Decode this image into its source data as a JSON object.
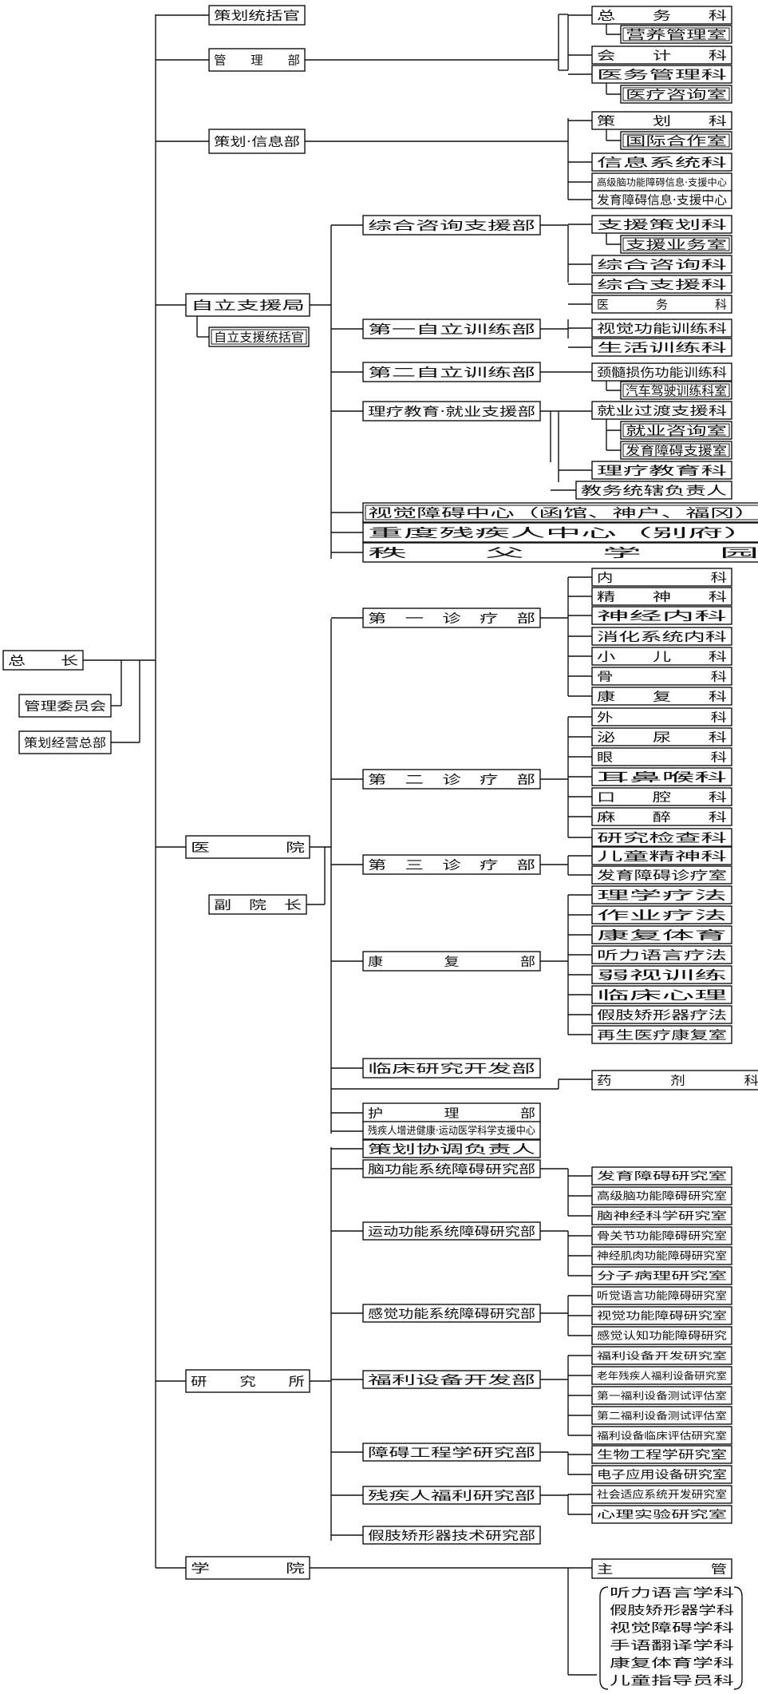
{
  "root": {
    "director": "总　　长",
    "management_committee": "管理委员会",
    "strategy_office": "策划经营总部"
  },
  "divisions": {
    "policy_officer": "策划统括官",
    "management": "管　　理　　部",
    "planning_info": "策划·信息部",
    "independence_bureau": "自立支援局",
    "independence_officer": "自立支援统括官",
    "hospital": "医　　　　院",
    "deputy_director": "副　院　长",
    "research": "研　　究　　所",
    "college": "学　　　　院"
  },
  "management_units": [
    "总　　务　　科",
    "营养管理室",
    "会　　计　　科",
    "医务管理科",
    "医疗咨询室"
  ],
  "planning_units": [
    "策　　划　　科",
    "国际合作室",
    "信息系统科",
    "高级脑功能障碍信息·支援中心",
    "发育障碍信息·支援中心"
  ],
  "bureau_depts": [
    "综合咨询支援部",
    "第一自立训练部",
    "第二自立训练部",
    "理疗教育·就业支援部",
    "视觉障碍中心（函馆、神户、福冈）",
    "重度残疾人中心（别府）",
    "秩　　父　　学　　园"
  ],
  "bureau_units": {
    "consult": [
      "支援策划科",
      "支援业务室",
      "综合咨询科",
      "综合支援科",
      "医　　　　务　　　　科"
    ],
    "training1": [
      "视觉功能训练科",
      "生活训练科"
    ],
    "training2": [
      "颈髓损伤功能训练科",
      "汽车驾驶训练科室"
    ],
    "edu": [
      "就业过渡支援科",
      "就业咨询室",
      "发育障碍支援室",
      "理疗教育科",
      "教务统辖负责人"
    ]
  },
  "hospital_depts": [
    "第　一　诊　疗　部",
    "第　二　诊　疗　部",
    "第　三　诊　疗　部",
    "康　　　　复　　　　部",
    "临床研究开发部",
    "护　　　　理　　　　部",
    "残疾人增进健康·运动医学科学支援中心"
  ],
  "hospital_units": {
    "clinic1": [
      "内　　　　　　科",
      "精　　神　　科",
      "神经内科",
      "消化系统内科",
      "小　　儿　　科",
      "骨　　　　　　科",
      "康　　复　　科"
    ],
    "clinic2": [
      "外　　　　　　科",
      "泌　　尿　　科",
      "眼　　　　　　科",
      "耳鼻喉科",
      "口　　腔　　科",
      "麻　　醉　　科",
      "研究检查科"
    ],
    "clinic3": [
      "儿童精神科",
      "发育障碍诊疗室"
    ],
    "rehab": [
      "理学疗法",
      "作业疗法",
      "康复体育",
      "听力语言疗法",
      "弱视训练",
      "临床心理",
      "假肢矫形器疗法",
      "再生医疗康复室"
    ],
    "pharmacy": "药　　　　剂　　　　科"
  },
  "research_depts": [
    "策划协调负责人",
    "脑功能系统障碍研究部",
    "运动功能系统障碍研究部",
    "感觉功能系统障碍研究部",
    "福利设备开发部",
    "障碍工程学研究部",
    "残疾人福利研究部",
    "假肢矫形器技术研究部"
  ],
  "research_units": {
    "brain": [
      "发育障碍研究室",
      "高级脑功能障碍研究室",
      "脑神经科学研究室"
    ],
    "motor": [
      "骨关节功能障碍研究室",
      "神经肌肉功能障碍研究室",
      "分子病理研究室"
    ],
    "sensory": [
      "听觉语言功能障碍研究室",
      "视觉功能障碍研究室",
      "感觉认知功能障碍研究"
    ],
    "welfare": [
      "福利设备开发研究室",
      "老年残疾人福利设备研究室",
      "第一福利设备测试评估室",
      "第二福利设备测试评估室",
      "福利设备临床评估研究室"
    ],
    "engineering": [
      "生物工程学研究室",
      "电子应用设备研究室"
    ],
    "social": [
      "社会适应系统开发研究室",
      "心理实验研究室"
    ]
  },
  "college": {
    "head": "主　　　　　　管",
    "courses": [
      "听力语言学科",
      "假肢矫形器学科",
      "视觉障碍学科",
      "手语翻译学科",
      "康复体育学科",
      "儿童指导员科"
    ]
  }
}
